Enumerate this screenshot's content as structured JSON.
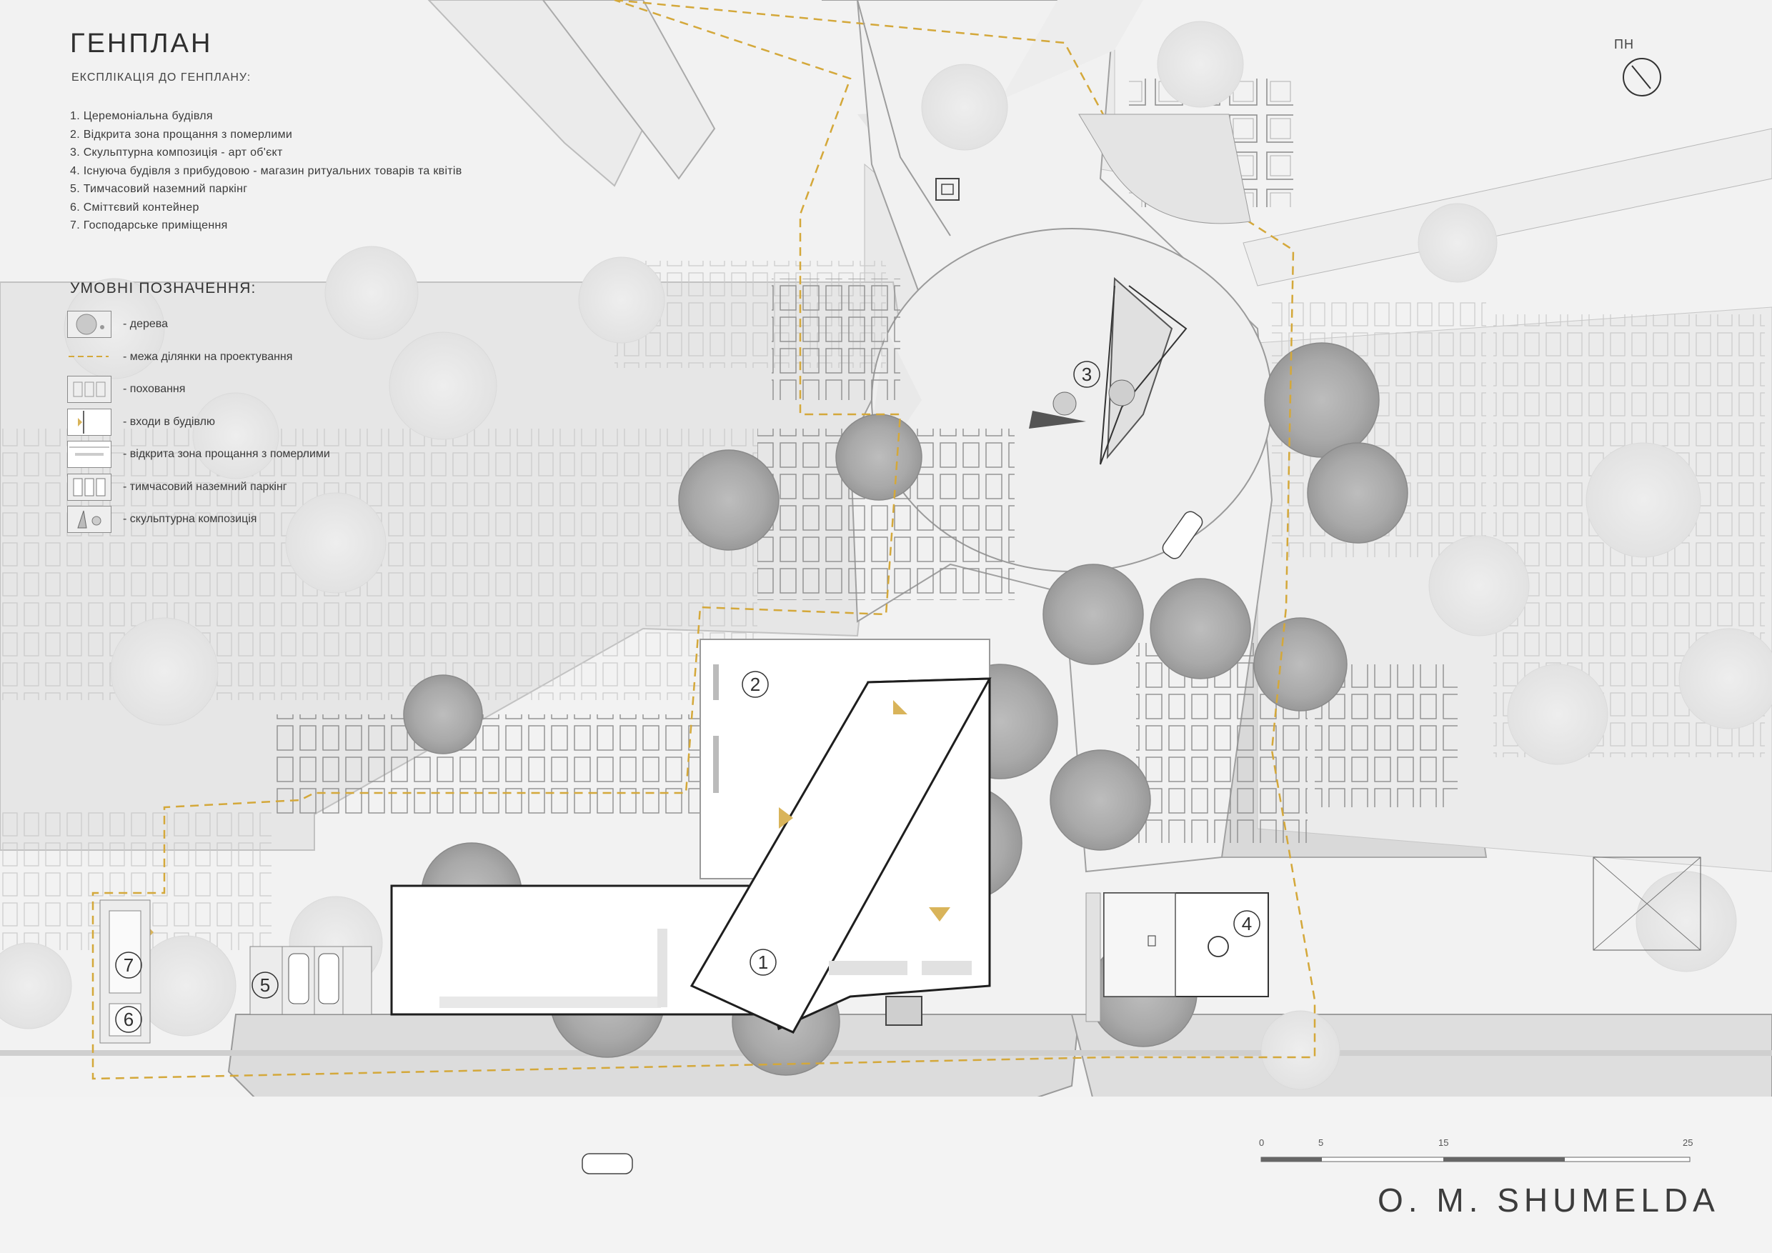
{
  "header": {
    "title": "ГЕНПЛАН",
    "explication_title": "ЕКСПЛІКАЦІЯ ДО ГЕНПЛАНУ:"
  },
  "explication": [
    "1. Церемоніальна будівля",
    "2. Відкрита зона прощання з померлими",
    "3. Скульптурна композиція - арт об'єкт",
    "4. Існуюча будівля з прибудовою - магазин ритуальних товарів та квітів",
    "5. Тимчасовий наземний паркінг",
    "6. Сміттєвий контейнер",
    "7. Господарське приміщення"
  ],
  "legend": {
    "title": "УМОВНІ ПОЗНАЧЕННЯ:",
    "items": [
      {
        "icon": "tree-icon",
        "label": "- дерева"
      },
      {
        "icon": "boundary-line-icon",
        "label": "- межа ділянки на проектування"
      },
      {
        "icon": "burial-icon",
        "label": "- поховання"
      },
      {
        "icon": "entrance-icon",
        "label": "- входи в будівлю"
      },
      {
        "icon": "farewell-zone-icon",
        "label": "- відкрита зона прощання з померлими"
      },
      {
        "icon": "parking-icon",
        "label": "- тимчасовий наземний паркінг"
      },
      {
        "icon": "sculpture-icon",
        "label": "- скульптурна композиція"
      }
    ]
  },
  "north": {
    "label": "ПН"
  },
  "scale": {
    "ticks": [
      "0",
      "5",
      "15",
      "25"
    ]
  },
  "markers": {
    "n1": "1",
    "n2": "2",
    "n3": "3",
    "n4": "4",
    "n5": "5",
    "n6": "6",
    "n7": "7"
  },
  "author": "O. M. SHUMELDA",
  "colors": {
    "boundary": "#d4a83a",
    "outline": "#222222",
    "road": "#ebebeb",
    "plot": "#e6e6e6"
  }
}
